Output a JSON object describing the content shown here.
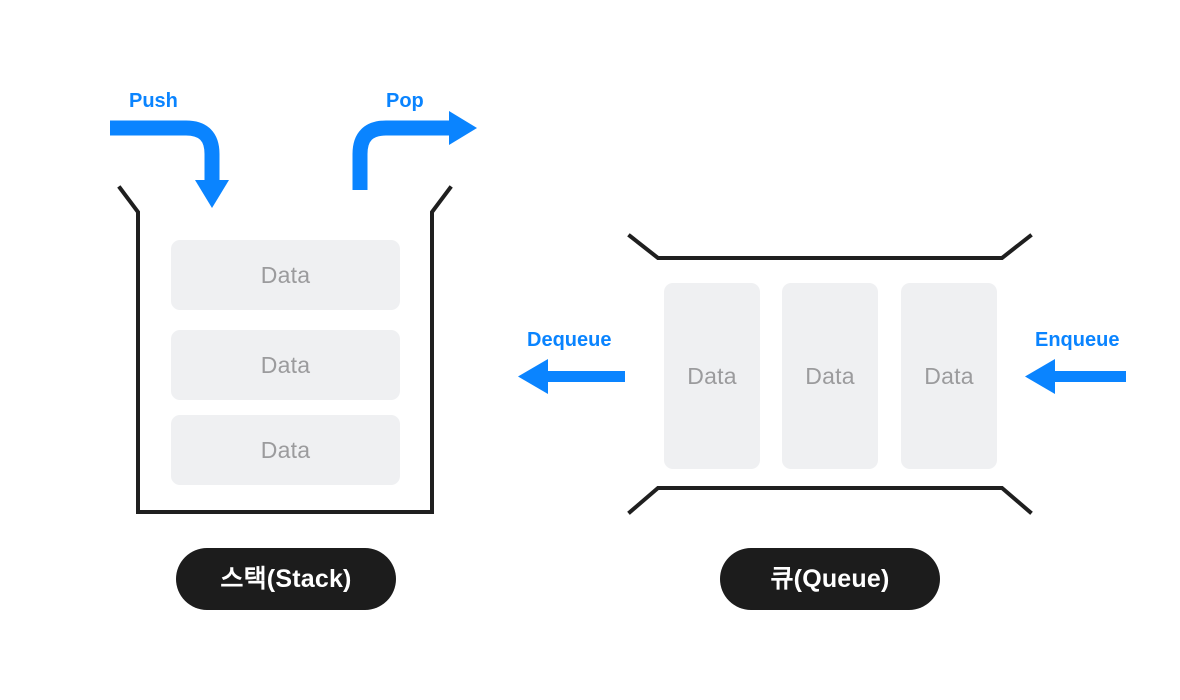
{
  "diagram": {
    "title_visible": false,
    "background_color": "#ffffff",
    "accent_color": "#0a84ff",
    "cell_fill_color": "#eff0f2",
    "cell_text_color": "#9b9b9d",
    "outline_color": "#1f1f1f",
    "pill_color": "#1c1c1c"
  },
  "stack": {
    "pill_label": "스택(Stack)",
    "cells": [
      {
        "label": "Data"
      },
      {
        "label": "Data"
      },
      {
        "label": "Data"
      }
    ],
    "operations": [
      {
        "name": "push",
        "label": "Push",
        "direction": "down-into-top"
      },
      {
        "name": "pop",
        "label": "Pop",
        "direction": "up-out-of-top"
      }
    ]
  },
  "queue": {
    "pill_label": "큐(Queue)",
    "cells": [
      {
        "label": "Data"
      },
      {
        "label": "Data"
      },
      {
        "label": "Data"
      }
    ],
    "operations": [
      {
        "name": "dequeue",
        "label": "Dequeue",
        "direction": "left-out"
      },
      {
        "name": "enqueue",
        "label": "Enqueue",
        "direction": "left-in"
      }
    ]
  }
}
